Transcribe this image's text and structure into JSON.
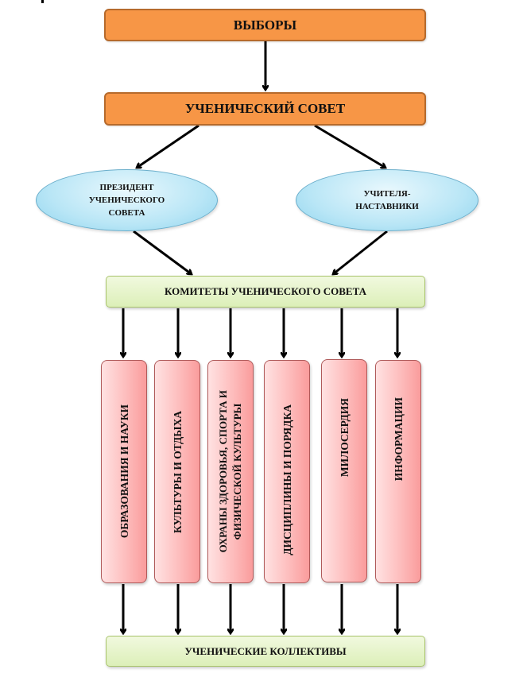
{
  "diagram": {
    "elections": "ВЫБОРЫ",
    "student_council": "УЧЕНИЧЕСКИЙ СОВЕТ",
    "president": "ПРЕЗИДЕНТ УЧЕНИЧЕСКОГО СОВЕТА",
    "president_lines": [
      "ПРЕЗИДЕНТ",
      "УЧЕНИЧЕСКОГО",
      "СОВЕТА"
    ],
    "mentors": "УЧИТЕЛЯ-НАСТАВНИКИ",
    "mentors_lines": [
      "УЧИТЕЛЯ-",
      "НАСТАВНИКИ"
    ],
    "committees": "КОМИТЕТЫ УЧЕНИЧЕСКОГО СОВЕТА",
    "committee_items": [
      {
        "label": "ОБРАЗОВАНИЯ И НАУКИ"
      },
      {
        "label": "КУЛЬТУРЫ И ОТДЫХА"
      },
      {
        "label": "ОХРАНЫ ЗДОРОВЬЯ, СПОРТА И ФИЗИЧЕСКОЙ КУЛЬТУРЫ",
        "lines": [
          "ОХРАНЫ ЗДОРОВЬЯ, СПОРТА И",
          "ФИЗИЧЕСКОЙ КУЛЬТУРЫ"
        ]
      },
      {
        "label": "ДИСЦИПЛИНЫ И ПОРЯДКА"
      },
      {
        "label": "МИЛОСЕРДИЯ"
      },
      {
        "label": "ИНФОРМАЦИИ"
      }
    ],
    "student_groups": "УЧЕНИЧЕСКИЕ КОЛЛЕКТИВЫ"
  },
  "colors": {
    "orange": "#f79646",
    "ellipse": "#b9e6f6",
    "green": "#dcefb8",
    "pink": "#fdb9b9",
    "arrow": "#000000"
  }
}
